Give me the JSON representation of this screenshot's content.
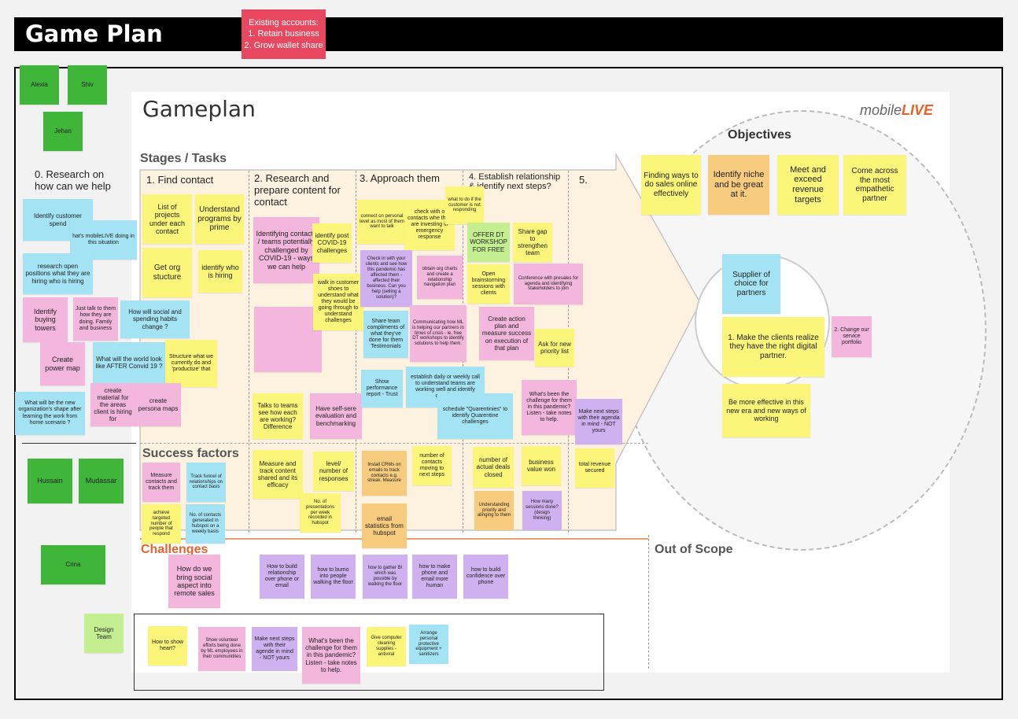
{
  "header": {
    "title": "Game Plan",
    "existing_accounts": {
      "line1": "Existing accounts:",
      "line2": "1. Retain business",
      "line3": "2. Grow wallet share"
    }
  },
  "board": {
    "title": "Gameplan",
    "logo_prefix": "mobile",
    "logo_suffix": "LIVE",
    "stages_label": "Stages / Tasks",
    "success_label": "Success factors",
    "challenges_label": "Challenges",
    "out_of_scope_label": "Out of Scope",
    "objectives_label": "Objectives",
    "col0": "0. Research on how can we help",
    "col1": "1. Find contact",
    "col2": "2. Research and prepare content for contact",
    "col3": "3. Approach them",
    "col4": "4. Establish relationship & identify next steps?",
    "col5": "5."
  },
  "people": {
    "alexia": "Alexia",
    "shiv": "Shiv",
    "jehan": "Jehan",
    "hussain": "Hussain",
    "mudassar": "Mudassar",
    "crina": "Crina",
    "design": "Design Team"
  },
  "notes": {
    "n01": "Identify customer spend",
    "n02": "hat's mobileLIVE doing in this situation",
    "n03": "research open positions what they are hiring who is hiring",
    "n04": "Identify buying towers",
    "n05": "Just talk to them how they are doing. Family and business",
    "n06": "How will social and spending habits change ?",
    "n07": "Create power map",
    "n08": "What will the world look like AFTER Convid 19 ?",
    "n09": "Structure what we currently do and 'productize' that",
    "n10": "What will be the new organization's shape after learning the work from home scenario ?",
    "n11": "create material for the areas client is hiring for",
    "n12": "create persona maps",
    "n13": "List of projects under each contact",
    "n14": "Understand programs by prime",
    "n15": "Get org stucture",
    "n16": "identify who is hiring",
    "n17": "Identifying contacts / teams potentially challenged by COVID-19 - ways we can help",
    "n18": "identify post COVID-19 challenges",
    "n19": "walk in customer shoes to understand what they would be going through to understand challenges",
    "n20": "Talks to teams see how each are working? Difference",
    "n21": "Have self-sere evaluation and benchmarking",
    "n22": "connect on personal level as most of them want to talk",
    "n23": "check with o contacts whe they are investing in emergency response",
    "n24": "what to do if the customer is not responding",
    "n25": "Check in with your clients and see how this pandemic has affected them - affected their business. Can you help (selling a solution)?",
    "n26": "obtain org charts and create a relationship navigation plan",
    "n27": "Share team compliments of what they've done for them Testimonials",
    "n28": "Communicating how ML is helping our partners in times of crisis - ie. free DT workshops to identify solutions to help them.",
    "n29": "Show performance report - Trust",
    "n30": "establish daily or weekly call to understand teams are working well and identify ongoing",
    "n31": "schedule \"Quarentinies\" to identify Quarentine challenges",
    "n32": "OFFER DT WORKSHOP FOR FREE",
    "n33": "Share gap to strengthen team",
    "n34": "Open brainstorming sessions with clients",
    "n35": "Conference with presales for agenda and identifying stakeholders to join",
    "n36": "Create action plan and measure success on execution of that plan",
    "n37": "Ask for new priority list",
    "n38": "What's been the challenge for them in this pandemic? Listen - take notes to help.",
    "n39": "Make next steps with their agenda in mind - NOT yours",
    "s01": "Measure contacts and track them",
    "s02": "Track funnel of relationships on contact basis",
    "s03": "achieve targeted number of people that respond",
    "s04": "No. of contacts generated in hubspot on a weekly basis",
    "s05": "Measure and track content shared and its efficacy",
    "s06": "level/ number of responses",
    "s07": "No. of presentations per week recorded in hubspot",
    "s08": "Install CRMs on emails to track contacts e.g. streak. Measure",
    "s09": "number of contacts moving to next steps",
    "s10": "email statistics from hubspot",
    "s11": "number of actual deals closed",
    "s12": "business value won",
    "s13": "Understanding priority and alinging to them",
    "s14": "How many sessions done? (design thinking)",
    "s15": "total revenue secured",
    "c01": "How do we bring social aspect into remote sales",
    "c02": "How to build relationship over phone or email",
    "c03": "how to bumo into people walking the floor",
    "c04": "how to gather BI which was possible by walking the floor",
    "c05": "how to make phone and email more human",
    "c06": "how to build confidence over phone",
    "d01": "How to show heart?",
    "d02": "Show volunteer efforts being done by ML employees in their communitites",
    "d03": "Make next steps with their agende in mind - NOT yours",
    "d04": "What's been the challenge for them in this pandemic? Listen - take notes to help.",
    "d05": "Give computer cleaning supplies - antiviral",
    "d06": "Arrange personal protective equipment + sanitizers",
    "o01": "Finding ways to do sales online effectively",
    "o02": "Identify niche and be great at it.",
    "o03": "Meet and exceed revenue targets",
    "o04": "Come across the most empathetic partner",
    "o05": "Supplier of choice for partners",
    "o06": "1. Make the clients realize they have the right digital partner.",
    "o07": "2. Change our service portfolio",
    "o08": "Be more effective in this new era and new ways of working"
  }
}
